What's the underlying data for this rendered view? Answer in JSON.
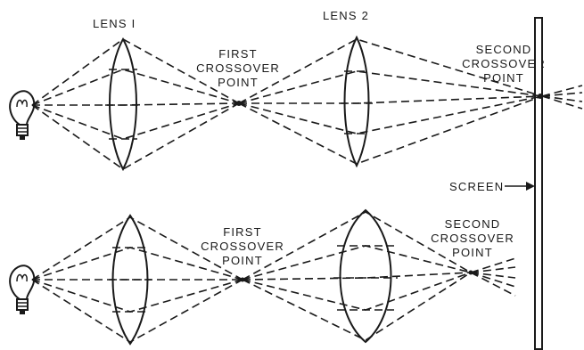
{
  "labels": {
    "lens1": "LENS I",
    "lens2": "LENS 2",
    "first_crossover_top": [
      "FIRST",
      "CROSSOVER",
      "POINT"
    ],
    "second_crossover_top": [
      "SECOND",
      "CROSSOVER",
      "POINT"
    ],
    "first_crossover_bottom": [
      "FIRST",
      "CROSSOVER",
      "POINT"
    ],
    "second_crossover_bottom": [
      "SECOND",
      "CROSSOVER",
      "POINT"
    ],
    "screen": "SCREEN"
  },
  "colors": {
    "ink": "#1a1a1a",
    "background": "#ffffff"
  },
  "icons": [
    "light-bulb-icon",
    "arrow-icon"
  ]
}
